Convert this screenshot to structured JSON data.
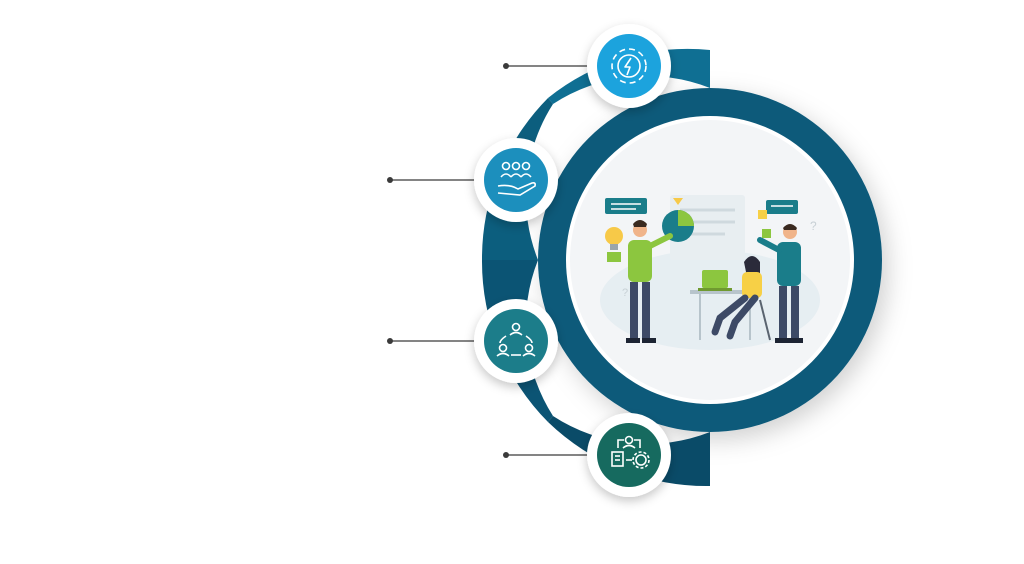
{
  "diagram": {
    "type": "radial-infographic",
    "colors": {
      "ring_dark": "#0d5a7a",
      "ring_segment_1": "#0f6f93",
      "ring_segment_2": "#0c5e7e",
      "ring_segment_3": "#0b5474",
      "ring_segment_4": "#0a4b68",
      "node_1": "#1aa3dd",
      "node_2": "#1a8fbd",
      "node_3": "#1a7d8a",
      "node_4": "#156b5e",
      "connector": "#3a3a3a",
      "center_bg": "#f3f5f7"
    },
    "nodes": [
      {
        "id": "node-1",
        "icon": "gear-lightning-cycle-icon",
        "label": ""
      },
      {
        "id": "node-2",
        "icon": "team-in-hand-icon",
        "label": ""
      },
      {
        "id": "node-3",
        "icon": "people-cycle-icon",
        "label": ""
      },
      {
        "id": "node-4",
        "icon": "person-document-gear-icon",
        "label": ""
      }
    ],
    "center": {
      "illustration": "team-collaboration-illustration"
    }
  }
}
